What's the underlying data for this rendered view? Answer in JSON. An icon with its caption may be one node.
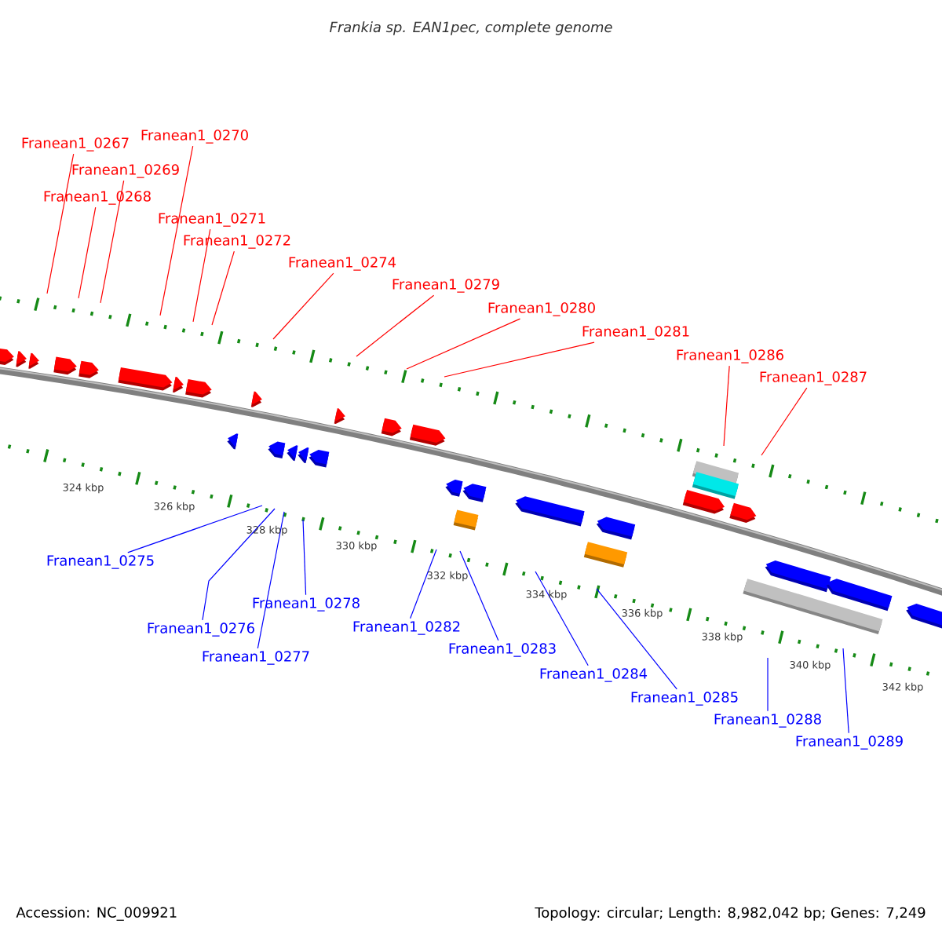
{
  "diagram": {
    "title": "Frankia sp. EAN1pec, complete genome",
    "nodes": [
      {
        "text": [
          "Franean1_0267"
        ]
      },
      {
        "text": [
          "Franean1_0268"
        ]
      },
      {
        "text": [
          "Franean1_0269"
        ]
      },
      {
        "text": [
          "Franean1_0270"
        ]
      },
      {
        "text": [
          "Franean1_0271"
        ]
      },
      {
        "text": [
          "Franean1_0272"
        ]
      },
      {
        "text": [
          "Franean1_0274"
        ]
      },
      {
        "text": [
          "Franean1_0279"
        ]
      },
      {
        "text": [
          "Franean1_0280"
        ]
      },
      {
        "text": [
          "Franean1_0281"
        ]
      },
      {
        "text": [
          "Franean1_0286"
        ]
      },
      {
        "text": [
          "Franean1_0287"
        ]
      },
      {
        "text": [
          "Franean1_0275"
        ]
      },
      {
        "text": [
          "Franean1_0276"
        ]
      },
      {
        "text": [
          "Franean1_0277"
        ]
      },
      {
        "text": [
          "Franean1_0278"
        ]
      },
      {
        "text": [
          "Franean1_0282"
        ]
      },
      {
        "text": [
          "Franean1_0283"
        ]
      },
      {
        "text": [
          "Franean1_0284"
        ]
      },
      {
        "text": [
          "Franean1_0285"
        ]
      },
      {
        "text": [
          "Franean1_0288"
        ]
      },
      {
        "text": [
          "Franean1_0289"
        ]
      }
    ],
    "edges": [
      {
        "from": 0,
        "to": null,
        "arrow": "none"
      },
      {
        "from": 1,
        "to": null,
        "arrow": "none"
      },
      {
        "from": 2,
        "to": null,
        "arrow": "none"
      },
      {
        "from": 3,
        "to": null,
        "arrow": "none"
      },
      {
        "from": 4,
        "to": null,
        "arrow": "none"
      },
      {
        "from": 5,
        "to": null,
        "arrow": "none"
      },
      {
        "from": 6,
        "to": null,
        "arrow": "none"
      },
      {
        "from": 7,
        "to": null,
        "arrow": "none"
      },
      {
        "from": 8,
        "to": null,
        "arrow": "none"
      },
      {
        "from": 9,
        "to": null,
        "arrow": "none"
      },
      {
        "from": 10,
        "to": null,
        "arrow": "none"
      },
      {
        "from": 11,
        "to": null,
        "arrow": "none"
      },
      {
        "from": 12,
        "to": null,
        "arrow": "none",
        "color": "#0000ff"
      },
      {
        "from": 13,
        "to": null,
        "arrow": "none",
        "color": "#0000ff"
      },
      {
        "from": 14,
        "to": null,
        "arrow": "none",
        "color": "#0000ff"
      },
      {
        "from": 15,
        "to": null,
        "arrow": "none",
        "color": "#0000ff"
      },
      {
        "from": 16,
        "to": null,
        "arrow": "none",
        "color": "#0000ff"
      },
      {
        "from": 17,
        "to": null,
        "arrow": "none",
        "color": "#0000ff"
      },
      {
        "from": 18,
        "to": null,
        "arrow": "none",
        "color": "#0000ff"
      },
      {
        "from": 19,
        "to": null,
        "arrow": "none",
        "color": "#0000ff"
      },
      {
        "from": 20,
        "to": null,
        "arrow": "none",
        "color": "#0000ff"
      },
      {
        "from": 21,
        "to": null,
        "arrow": "none",
        "color": "#0000ff"
      }
    ],
    "labels": [
      "324 kbp",
      "326 kbp",
      "328 kbp",
      "330 kbp",
      "332 kbp",
      "334 kbp",
      "336 kbp",
      "338 kbp",
      "340 kbp",
      "342 kbp",
      "Accession: NC_009921",
      "Topology: circular; Length: 8,982,042 bp; Genes: 7,249"
    ]
  }
}
